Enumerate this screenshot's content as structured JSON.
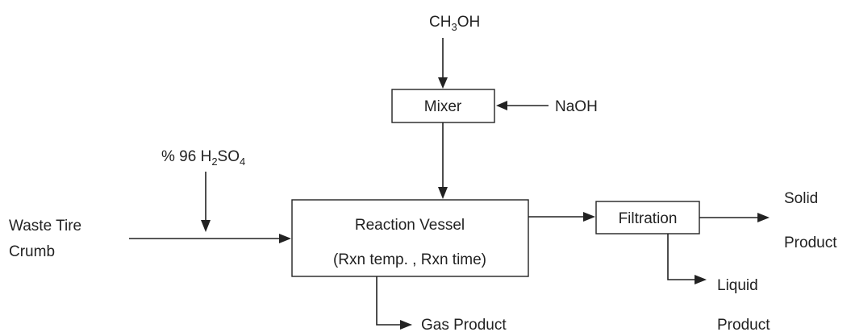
{
  "inputs": {
    "methanol": {
      "main": "CH",
      "sub": "3",
      "tail": "OH"
    },
    "naoh": "NaOH",
    "acid": {
      "prefix": "% 96 H",
      "sub1": "2",
      "mid": "SO",
      "sub2": "4"
    },
    "feed_line1": "Waste Tire",
    "feed_line2": "Crumb"
  },
  "units": {
    "mixer": "Mixer",
    "reactor_title": "Reaction Vessel",
    "reactor_conditions": "(Rxn temp. , Rxn time)",
    "filtration": "Filtration"
  },
  "outputs": {
    "gas": "Gas  Product",
    "solid_line1": "Solid",
    "solid_line2": "Product",
    "liquid_line1": "Liquid",
    "liquid_line2": "Product"
  },
  "colors": {
    "line": "#222222",
    "background": "#ffffff"
  }
}
